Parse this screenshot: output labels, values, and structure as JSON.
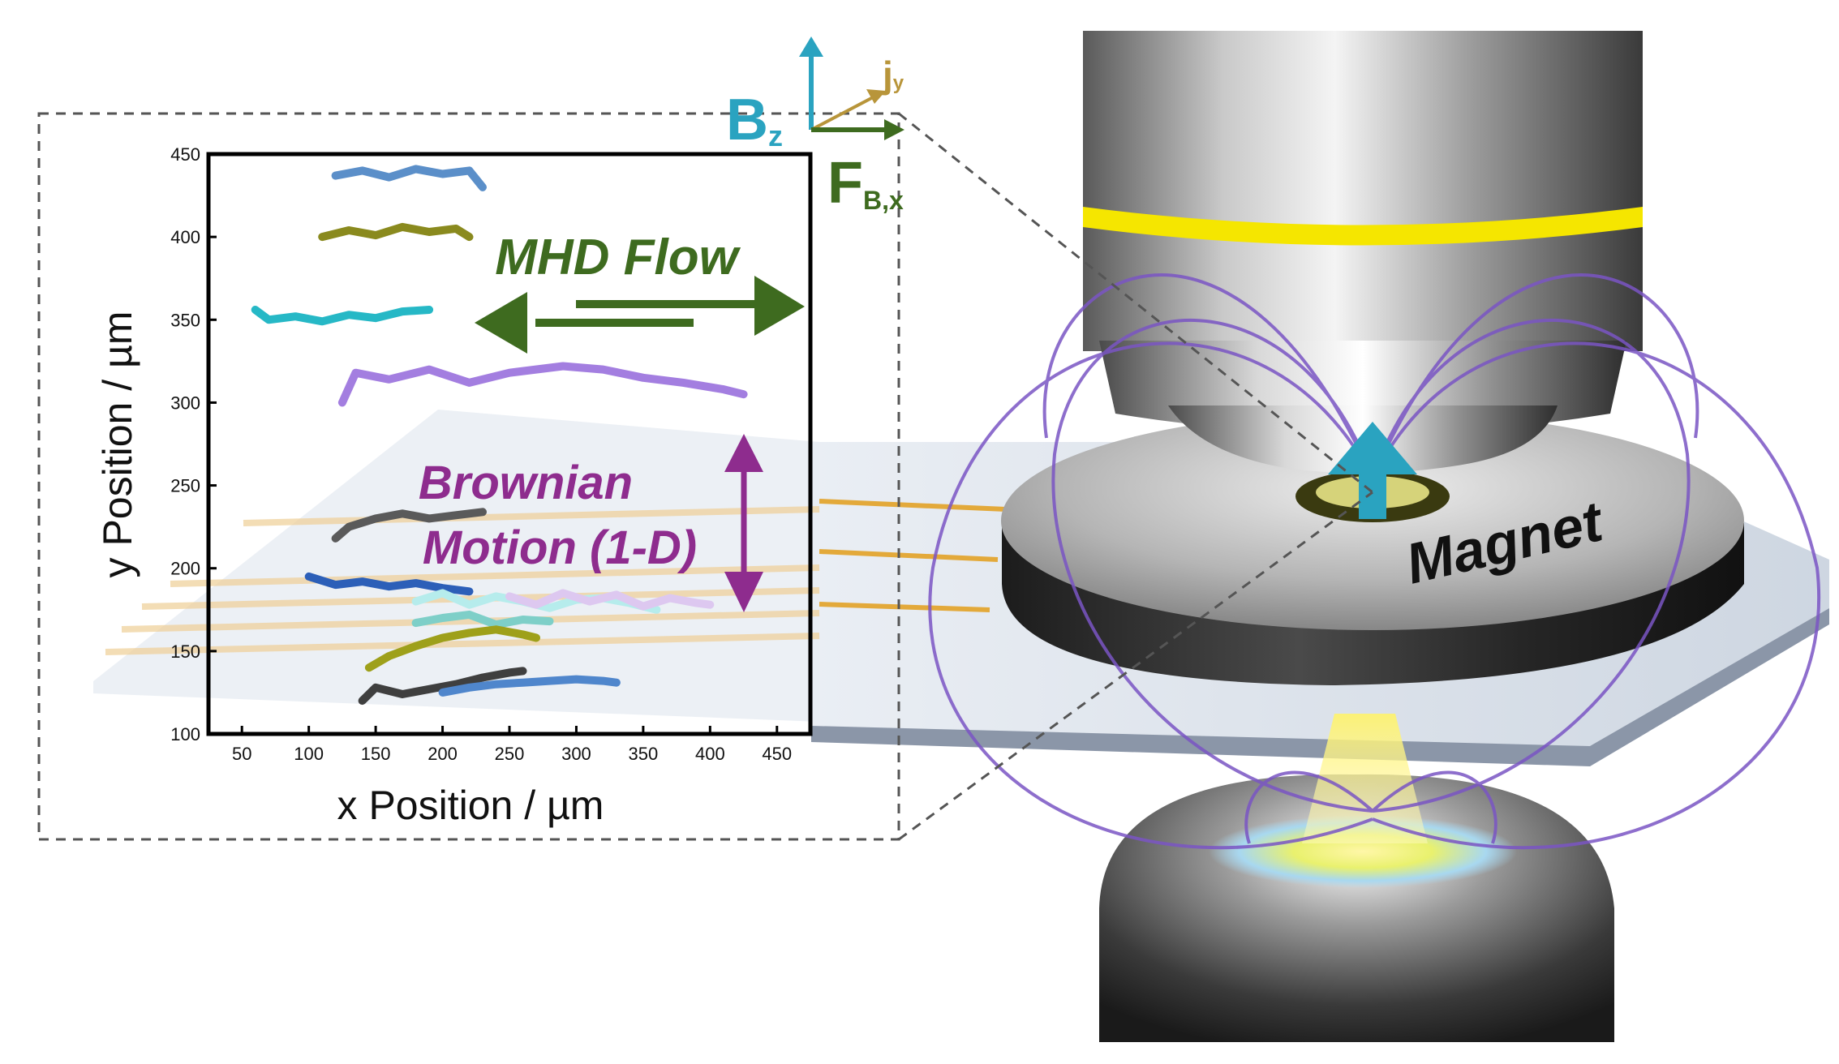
{
  "figure": {
    "inset_chart": {
      "xlabel": "x Position / µm",
      "ylabel": "y Position / µm",
      "xticks": [
        "50",
        "100",
        "150",
        "200",
        "250",
        "300",
        "350",
        "400",
        "450"
      ],
      "yticks": [
        "100",
        "150",
        "200",
        "250",
        "300",
        "350",
        "400",
        "450"
      ],
      "xlim": [
        25,
        475
      ],
      "ylim": [
        100,
        450
      ]
    },
    "annotations": {
      "mhd_flow": "MHD Flow",
      "brownian_line1": "Brownian",
      "brownian_line2": "Motion (1-D)",
      "magnet": "Magnet"
    },
    "axes_triad": {
      "bz_base": "B",
      "bz_sub": "z",
      "jy_base": "j",
      "jy_sub": "y",
      "fb_base": "F",
      "fb_sub": "B,x"
    },
    "colors": {
      "mhd_arrow": "#3e6b1f",
      "brownian": "#8e2c8e",
      "bz": "#2aa3c0",
      "jy": "#b8953a",
      "fb": "#3e6b1f",
      "field_lines": "#7a55c4",
      "objective_band": "#f5e600"
    }
  },
  "chart_data": {
    "type": "line",
    "title": "",
    "xlabel": "x Position / µm",
    "ylabel": "y Position / µm",
    "xlim": [
      25,
      475
    ],
    "ylim": [
      100,
      450
    ],
    "series": [
      {
        "color": "#5b8fc9",
        "x": [
          120,
          140,
          160,
          180,
          200,
          220,
          230
        ],
        "y": [
          437,
          440,
          436,
          441,
          438,
          440,
          430
        ]
      },
      {
        "color": "#8a8a1e",
        "x": [
          110,
          130,
          150,
          170,
          190,
          210,
          220
        ],
        "y": [
          400,
          404,
          401,
          406,
          403,
          405,
          400
        ]
      },
      {
        "color": "#26b8c6",
        "x": [
          60,
          70,
          90,
          110,
          130,
          150,
          170,
          190
        ],
        "y": [
          356,
          350,
          352,
          349,
          353,
          351,
          355,
          356
        ]
      },
      {
        "color": "#a37ee0",
        "x": [
          125,
          135,
          160,
          190,
          220,
          250,
          290,
          320,
          350,
          380,
          410,
          425
        ],
        "y": [
          300,
          318,
          314,
          320,
          312,
          318,
          322,
          320,
          315,
          312,
          308,
          305
        ]
      },
      {
        "color": "#5a5a5a",
        "x": [
          120,
          130,
          150,
          170,
          190,
          210,
          230
        ],
        "y": [
          218,
          225,
          230,
          233,
          230,
          232,
          234
        ]
      },
      {
        "color": "#2c5fb8",
        "x": [
          100,
          120,
          140,
          160,
          180,
          200,
          220
        ],
        "y": [
          195,
          190,
          192,
          189,
          191,
          188,
          186
        ]
      },
      {
        "color": "#b6ecec",
        "x": [
          180,
          200,
          220,
          240,
          260,
          280,
          300,
          320,
          340,
          360
        ],
        "y": [
          180,
          185,
          178,
          183,
          180,
          176,
          181,
          182,
          179,
          175
        ]
      },
      {
        "color": "#ddc8f0",
        "x": [
          250,
          270,
          290,
          310,
          330,
          350,
          370,
          390,
          400
        ],
        "y": [
          183,
          178,
          185,
          180,
          184,
          177,
          182,
          179,
          178
        ]
      },
      {
        "color": "#7ecfc8",
        "x": [
          180,
          200,
          220,
          240,
          260,
          280
        ],
        "y": [
          167,
          170,
          172,
          166,
          169,
          168
        ]
      },
      {
        "color": "#9ea01a",
        "x": [
          145,
          160,
          180,
          200,
          220,
          240,
          260,
          270
        ],
        "y": [
          140,
          147,
          153,
          158,
          161,
          163,
          160,
          158
        ]
      },
      {
        "color": "#3f3f3f",
        "x": [
          140,
          150,
          170,
          190,
          210,
          230,
          250,
          260
        ],
        "y": [
          120,
          128,
          124,
          127,
          130,
          134,
          137,
          138
        ]
      },
      {
        "color": "#4f86cc",
        "x": [
          200,
          220,
          240,
          260,
          280,
          300,
          320,
          330
        ],
        "y": [
          125,
          128,
          130,
          131,
          132,
          133,
          132,
          131
        ]
      }
    ]
  }
}
